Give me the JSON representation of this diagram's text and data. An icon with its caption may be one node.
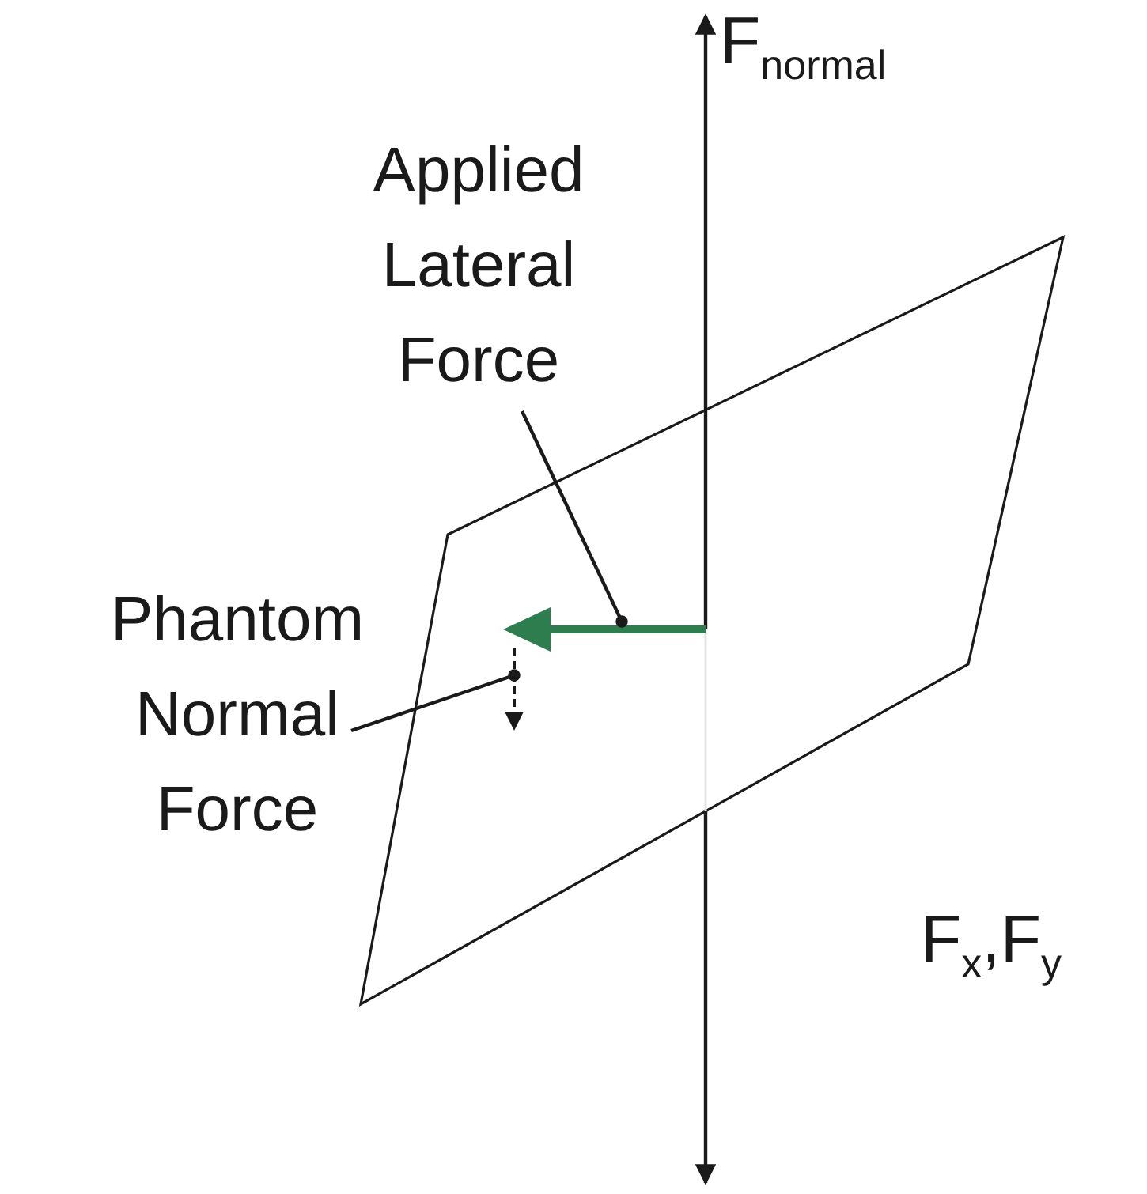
{
  "diagram": {
    "nodes": [
      {
        "text": [
          "Applied Lateral Force"
        ]
      },
      {
        "text": [
          "Phantom Normal Force"
        ]
      },
      {
        "text": [],
        "shape": "arrow"
      },
      {
        "text": [],
        "shape": "arrow"
      }
    ],
    "edges": [
      {
        "from": 0,
        "to": 2,
        "arrow": "other"
      },
      {
        "from": 1,
        "to": 3,
        "arrow": "other"
      }
    ],
    "labels": [
      "F$_{normal}$",
      "F$_{x}$,F$_{y}$"
    ]
  }
}
